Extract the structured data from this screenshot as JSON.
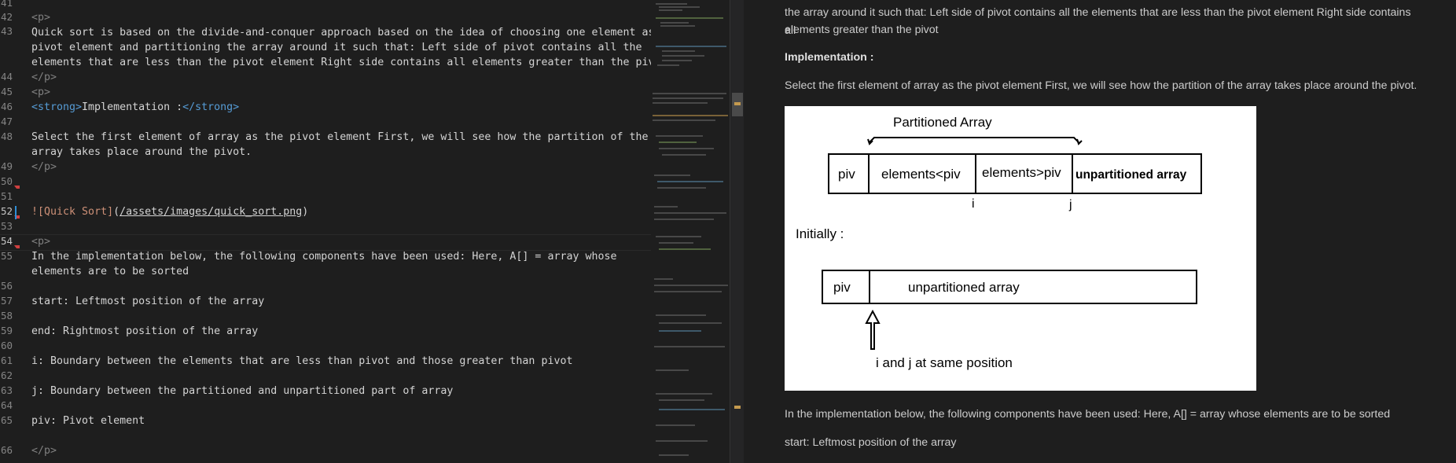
{
  "editor": {
    "line_numbers": {
      "l41": "41",
      "l42": "42",
      "l43": "43",
      "l44": "44",
      "l45": "45",
      "l46": "46",
      "l47": "47",
      "l48": "48",
      "l49": "49",
      "l50": "50",
      "l51": "51",
      "l52": "52",
      "l53": "53",
      "l54": "54",
      "l55": "55",
      "l56": "56",
      "l57": "57",
      "l58": "58",
      "l59": "59",
      "l60": "60",
      "l61": "61",
      "l62": "62",
      "l63": "63",
      "l64": "64",
      "l65": "65",
      "l66": "66"
    },
    "tags": {
      "p_open": "<p>",
      "p_close": "</p>",
      "strong_open": "<strong>",
      "strong_close": "</strong>"
    },
    "lines": {
      "l43a": "Quick sort is based on the divide-and-conquer approach based on the idea of choosing one element as a",
      "l43b": "pivot element and partitioning the array around it such that: Left side of pivot contains all the",
      "l43c": "elements that are less than the pivot element Right side contains all elements greater than the pivot",
      "l46_text": "Implementation :",
      "l48a": "Select the first element of array as the pivot element First, we will see how the partition of the",
      "l48b": "array takes place around the pivot.",
      "l52_bang": "!",
      "l52_alt": "[Quick Sort]",
      "l52_paren_open": "(",
      "l52_url": "/assets/images/quick_sort.png",
      "l52_paren_close": ")",
      "l55a": "In the implementation below, the following components have been used: Here, A[] = array whose",
      "l55b": "elements are to be sorted",
      "l57": "start: Leftmost position of the array",
      "l59": "end: Rightmost position of the array",
      "l61": "i: Boundary between the elements that are less than pivot and those greater than pivot",
      "l63": "j: Boundary between the partitioned and unpartitioned part of array",
      "l65": "piv: Pivot element"
    }
  },
  "preview": {
    "p1_line1": "the array around it such that: Left side of pivot contains all the elements that are less than the pivot element Right side contains all",
    "p1_line2": "elements greater than the pivot",
    "implementation_heading": "Implementation :",
    "select_text": "Select the first element of array as the pivot element First, we will see how the partition of the array takes place around the pivot.",
    "impl_below": "In the implementation below, the following components have been used: Here, A[] = array whose elements are to be sorted",
    "start_text": "start: Leftmost position of the array",
    "diagram": {
      "partitioned_label": "Partitioned Array",
      "cell_piv": "piv",
      "cell_less": "elements<piv",
      "cell_greater": "elements>piv",
      "cell_unpart_bold": "unpartitioned  array",
      "label_i": "i",
      "label_j": "j",
      "initially": "Initially :",
      "cell_piv2": "piv",
      "cell_unpart": "unpartitioned array",
      "same_pos": "i and j at same position"
    }
  }
}
